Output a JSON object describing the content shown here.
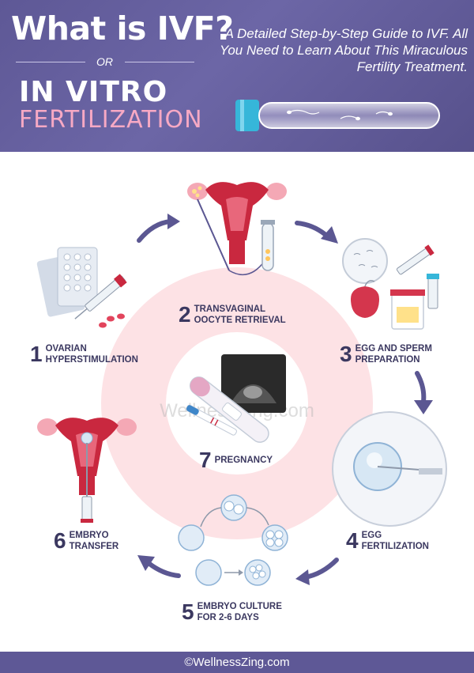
{
  "header": {
    "title": "What is IVF?",
    "or_text": "OR",
    "in_vitro": "IN VITRO",
    "fertilization": "FERTILIZATION",
    "subtitle": "A Detailed Step-by-Step Guide to IVF. All You Need to Learn About This Miraculous Fertility Treatment."
  },
  "steps": [
    {
      "number": "1",
      "label_line1": "OVARIAN",
      "label_line2": "HYPERSTIMULATION"
    },
    {
      "number": "2",
      "label_line1": "TRANSVAGINAL",
      "label_line2": "OOCYTE RETRIEVAL"
    },
    {
      "number": "3",
      "label_line1": "EGG AND SPERM",
      "label_line2": "PREPARATION"
    },
    {
      "number": "4",
      "label_line1": "EGG",
      "label_line2": "FERTILIZATION"
    },
    {
      "number": "5",
      "label_line1": "EMBRYO CULTURE",
      "label_line2": "FOR 2-6 DAYS"
    },
    {
      "number": "6",
      "label_line1": "EMBRYO",
      "label_line2": "TRANSFER"
    },
    {
      "number": "7",
      "label_line1": "PREGNANCY",
      "label_line2": ""
    }
  ],
  "watermark": "WellnessZing.com",
  "footer": "©WellnessZing.com",
  "colors": {
    "header_bg": "#625c9c",
    "accent_pink": "#f7a9c4",
    "arrow": "#5b5792",
    "text_dark": "#3b3860",
    "uterus": "#c9283f"
  }
}
